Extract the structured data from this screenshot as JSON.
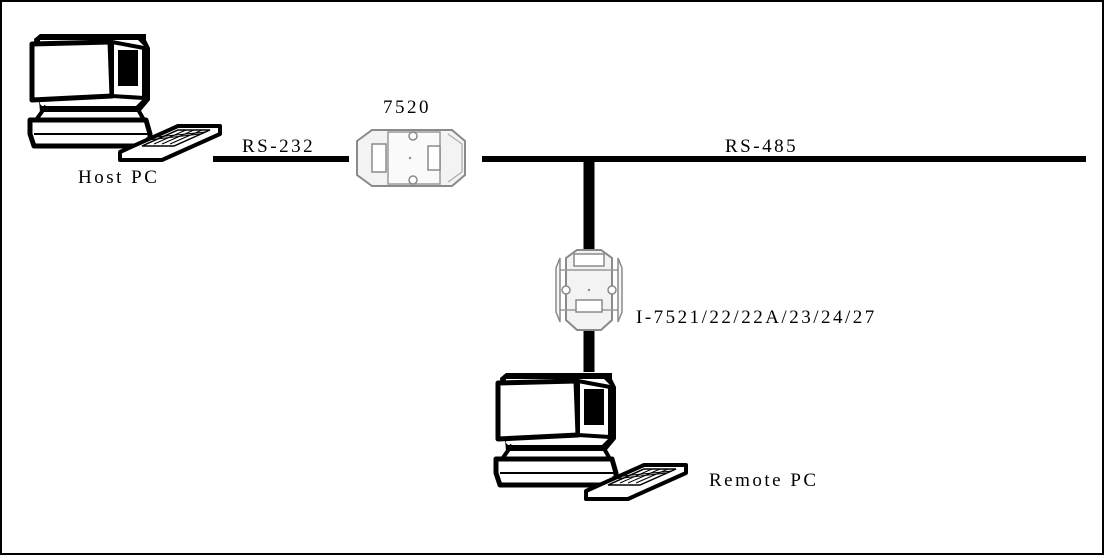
{
  "labels": {
    "host_pc": "Host PC",
    "rs232": "RS-232",
    "converter_7520": "7520",
    "rs485": "RS-485",
    "repeater": "I-7521/22/22A/23/24/27",
    "remote_pc": "Remote PC"
  },
  "icons": {
    "host_pc": "desktop-computer-icon",
    "remote_pc": "desktop-computer-icon",
    "converter_7520": "module-icon",
    "repeater": "module-icon"
  },
  "colors": {
    "line": "#000000",
    "background": "#ffffff",
    "module_fill": "#f3f3f3",
    "module_stroke": "#909090"
  }
}
